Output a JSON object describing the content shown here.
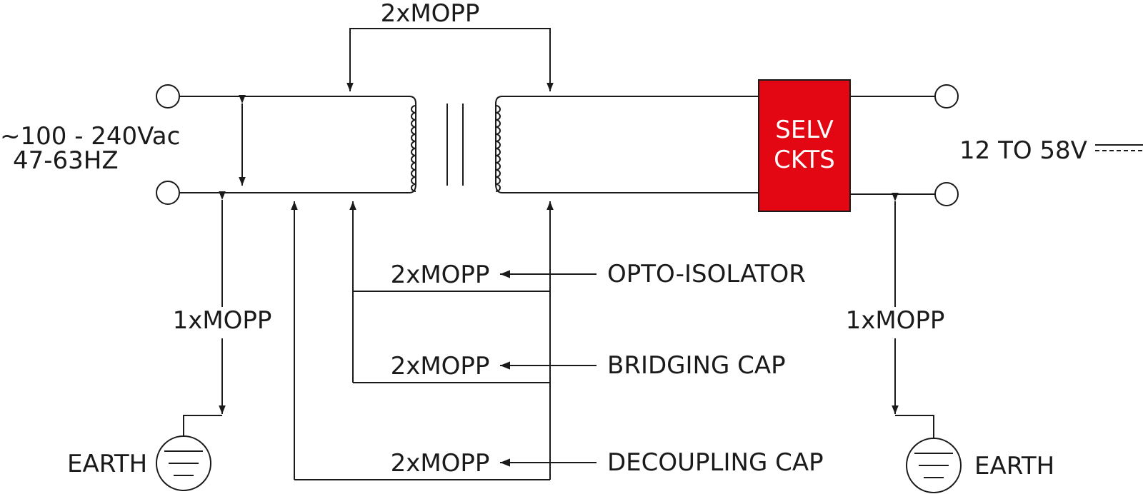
{
  "top": {
    "isolation": "2xMOPP"
  },
  "input": {
    "voltage": "~100 - 240Vac",
    "frequency": "47-63HZ"
  },
  "output": {
    "voltage": "12 TO 58V",
    "box_line1": "SELV",
    "box_line2": "CKTS",
    "box_color": "#e30613"
  },
  "left_earth": {
    "isolation": "1xMOPP",
    "label": "EARTH"
  },
  "right_earth": {
    "isolation": "1xMOPP",
    "label": "EARTH"
  },
  "barriers": [
    {
      "isolation": "2xMOPP",
      "component": "OPTO-ISOLATOR"
    },
    {
      "isolation": "2xMOPP",
      "component": "BRIDGING CAP"
    },
    {
      "isolation": "2xMOPP",
      "component": "DECOUPLING CAP"
    }
  ]
}
